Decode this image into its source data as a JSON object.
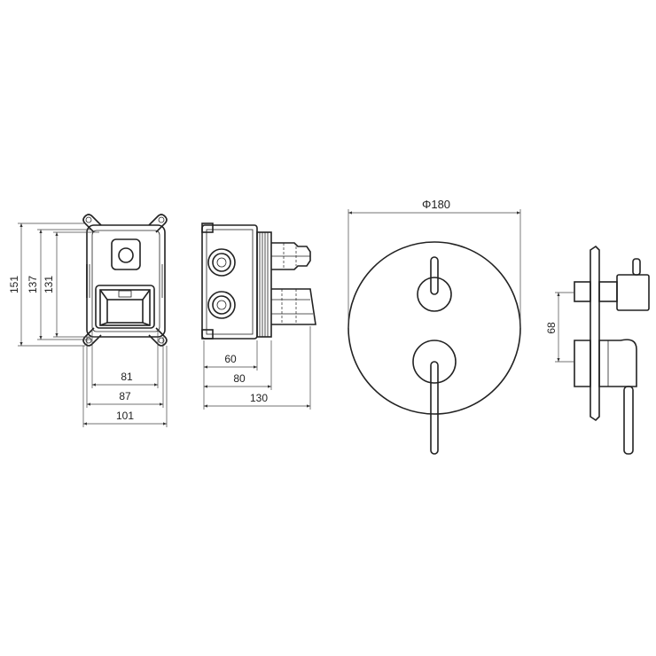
{
  "dimensions": {
    "front_width_inner": "81",
    "front_width_mid": "87",
    "front_width_outer": "101",
    "front_height_outer": "151",
    "front_height_mid": "137",
    "front_height_inner": "131",
    "side_depth_1": "60",
    "side_depth_2": "80",
    "side_depth_total": "130",
    "plate_diameter": "Φ180",
    "handle_spacing": "68"
  },
  "colors": {
    "line": "#222222",
    "background": "#ffffff"
  }
}
